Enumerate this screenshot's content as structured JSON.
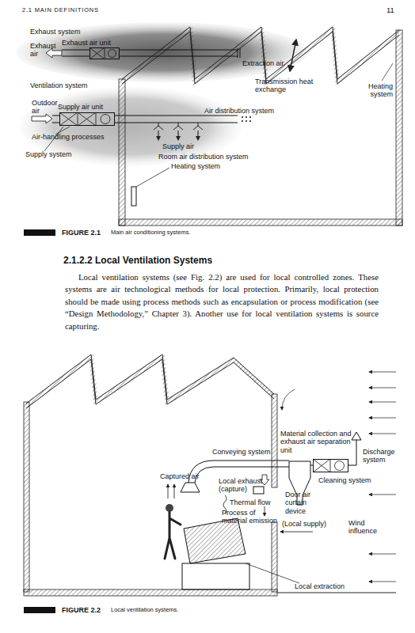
{
  "diagram": {
    "nodes": [
      {
        "text": [
          "Exhaust air unit"
        ]
      },
      {
        "text": [
          "Supply air unit"
        ]
      },
      {
        "text": [
          "Material collection and exhaust air separation unit"
        ]
      }
    ],
    "labels": [
      "2.1 MAIN DEFINITIONS",
      "11",
      "Exhaust system",
      "Exhaust air",
      "Extraction air",
      "Transmission heat exchange",
      "Heating system",
      "Ventilation system",
      "Outdoor air",
      "Air distribution system",
      "Air-handling processes",
      "Supply system",
      "Supply air",
      "Room air distribution system",
      "Heating system",
      "FIGURE 2.1",
      "Main air conditioning systems.",
      "2.1.2.2 Local Ventilation Systems",
      "Local ventilation systems (see Fig. 2.2) are used for local controlled zones. These systems are air technological methods for local protection. Primarily, local protection should be made using process methods such as encapsulation or process modification (see “Design Methodology,” Chapter 3). Another use for local ventilation systems is source capturing.",
      "Conveying system",
      "Discharge system",
      "Captured air",
      "Local exhaust (capture)",
      "Cleaning system",
      "Door air curtain device",
      "Thermal flow",
      "Process of material emission",
      "(Local supply)",
      "Wind influence",
      "Local extraction",
      "FIGURE 2.2",
      "Local ventilation systems."
    ]
  }
}
